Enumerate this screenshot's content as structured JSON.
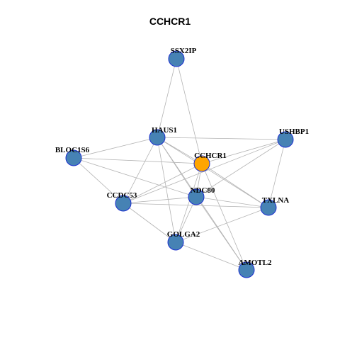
{
  "graph": {
    "title": "CCHCR1",
    "colors": {
      "edge": "#b3b3b3",
      "node_fill": "#4682b4",
      "node_stroke": "#1c2fd0",
      "highlight_fill": "#ffa500"
    },
    "nodes": [
      {
        "id": "SSX2IP",
        "label": "SSX2IP",
        "highlight": false
      },
      {
        "id": "HAUS1",
        "label": "HAUS1",
        "highlight": false
      },
      {
        "id": "USHBP1",
        "label": "USHBP1",
        "highlight": false
      },
      {
        "id": "BLOC1S6",
        "label": "BLOC1S6",
        "highlight": false
      },
      {
        "id": "CCHCR1",
        "label": "CCHCR1",
        "highlight": true
      },
      {
        "id": "NDC80",
        "label": "NDC80",
        "highlight": false
      },
      {
        "id": "CCDC53",
        "label": "CCDC53",
        "highlight": false
      },
      {
        "id": "TXLNA",
        "label": "TXLNA",
        "highlight": false
      },
      {
        "id": "GOLGA2",
        "label": "GOLGA2",
        "highlight": false
      },
      {
        "id": "AMOTL2",
        "label": "AMOTL2",
        "highlight": false
      }
    ],
    "edges": [
      [
        "SSX2IP",
        "HAUS1"
      ],
      [
        "SSX2IP",
        "CCHCR1"
      ],
      [
        "HAUS1",
        "USHBP1"
      ],
      [
        "HAUS1",
        "BLOC1S6"
      ],
      [
        "HAUS1",
        "CCHCR1"
      ],
      [
        "HAUS1",
        "NDC80"
      ],
      [
        "HAUS1",
        "CCDC53"
      ],
      [
        "HAUS1",
        "GOLGA2"
      ],
      [
        "HAUS1",
        "AMOTL2"
      ],
      [
        "HAUS1",
        "TXLNA"
      ],
      [
        "USHBP1",
        "CCHCR1"
      ],
      [
        "USHBP1",
        "NDC80"
      ],
      [
        "USHBP1",
        "TXLNA"
      ],
      [
        "USHBP1",
        "CCDC53"
      ],
      [
        "BLOC1S6",
        "CCHCR1"
      ],
      [
        "BLOC1S6",
        "NDC80"
      ],
      [
        "BLOC1S6",
        "CCDC53"
      ],
      [
        "CCHCR1",
        "NDC80"
      ],
      [
        "CCHCR1",
        "CCDC53"
      ],
      [
        "CCHCR1",
        "TXLNA"
      ],
      [
        "CCHCR1",
        "GOLGA2"
      ],
      [
        "CCHCR1",
        "AMOTL2"
      ],
      [
        "NDC80",
        "CCDC53"
      ],
      [
        "NDC80",
        "TXLNA"
      ],
      [
        "NDC80",
        "GOLGA2"
      ],
      [
        "NDC80",
        "AMOTL2"
      ],
      [
        "CCDC53",
        "TXLNA"
      ],
      [
        "CCDC53",
        "GOLGA2"
      ],
      [
        "TXLNA",
        "GOLGA2"
      ],
      [
        "GOLGA2",
        "AMOTL2"
      ]
    ]
  }
}
